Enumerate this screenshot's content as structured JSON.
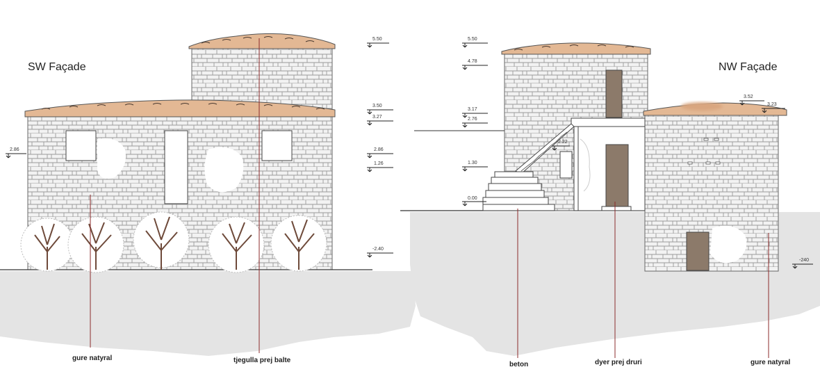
{
  "titles": {
    "sw": "SW Façade",
    "nw": "NW Façade"
  },
  "callouts": {
    "sw_stone": "gure natyral",
    "sw_roof": "tjegulla prej balte",
    "nw_concrete": "beton",
    "nw_door": "dyer prej druri",
    "nw_stone": "gure natyral"
  },
  "levels_sw": {
    "left_286": "2.86",
    "r_550": "5.50",
    "r_350": "3.50",
    "r_327": "3.27",
    "r_286": "2.86",
    "r_126": "1.26",
    "r_240": "-2.40"
  },
  "levels_nw": {
    "l_550": "5.50",
    "l_478": "4.78",
    "l_317": "3.17",
    "l_276": "2.76",
    "l_130": "1.30",
    "l_000": "0.00",
    "stair_222": "2.22",
    "r_352": "3.52",
    "r_323": "3.23",
    "r_240": "-240"
  },
  "colors": {
    "stone_fill": "#f2f2f2",
    "stone_line": "#9a9a9a",
    "roof_tile": "#e3b894",
    "ground": "#e2e2e2",
    "wood_door": "#8c7a6a",
    "callout_line": "#8b2b2b",
    "tree": "#6e4a3a"
  }
}
